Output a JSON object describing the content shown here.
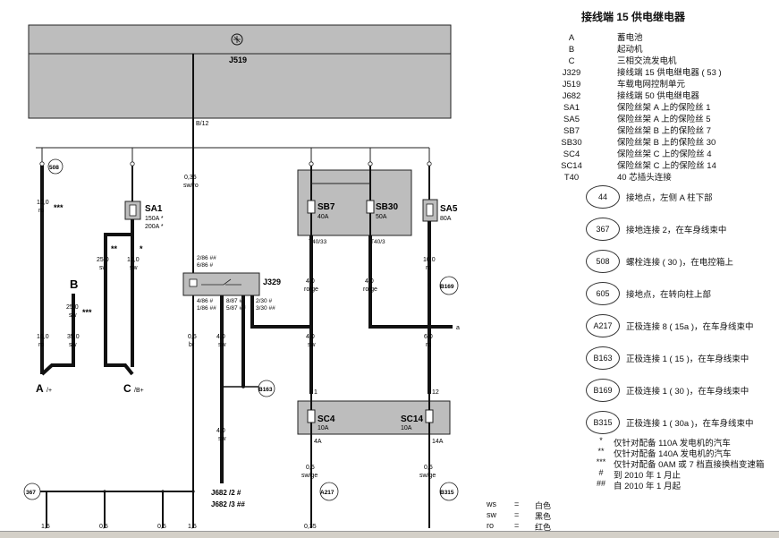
{
  "diagram": {
    "j519_label": "J519",
    "j519_icon": "eye-icon",
    "j329_label": "J329",
    "sa1": {
      "label": "SA1",
      "rating1": "150A *",
      "rating2": "200A *"
    },
    "sa5": {
      "label": "SA5",
      "rating": "80A"
    },
    "sb7": {
      "label": "SB7",
      "rating": "40A"
    },
    "sb30": {
      "label": "SB30",
      "rating": "50A"
    },
    "sc4": {
      "label": "SC4",
      "rating": "10A"
    },
    "sc14": {
      "label": "SC14",
      "rating": "10A"
    },
    "terminals": {
      "a": "A",
      "a_sub": "/+",
      "b": "B",
      "c": "C",
      "c_sub": "/B+"
    },
    "pin_labels": {
      "j519_out": "B/12",
      "t40_33": "T40/33",
      "t40_3": "T40/3",
      "j329_in": "2/86 ##\n6/86 #",
      "j329_left_out": "4/86 #\n1/86 ##",
      "j329_mid_out": "8/87 #\n5/87 ##",
      "j329_right_out": "2/30 #\n3/30 ##",
      "sc4_in": "1",
      "sc14_in": "12",
      "sc4_out": "4A",
      "sc14_out": "14A",
      "j682_2": "J682 /2 #",
      "j682_3": "J682 /3 ##",
      "right_arrow": "a"
    },
    "wires": [
      {
        "size": "10,0",
        "color": "ro",
        "mark": "***"
      },
      {
        "size": "16,0",
        "color": "ro"
      },
      {
        "size": "25,0",
        "color": "sw",
        "mark": "**"
      },
      {
        "size": "16,0",
        "color": "sw",
        "mark": "*"
      },
      {
        "size": "25,0",
        "color": "sw",
        "mark": "***"
      },
      {
        "size": "35,0",
        "color": "sw"
      },
      {
        "size": "0,35",
        "color": "sw/ro"
      },
      {
        "size": "0,5",
        "color": "br"
      },
      {
        "size": "4,0",
        "color": "sw"
      },
      {
        "size": "4,0",
        "color": "sw"
      },
      {
        "size": "4,0",
        "color": "ro/ge"
      },
      {
        "size": "4,0",
        "color": "ro/ge"
      },
      {
        "size": "4,0",
        "color": "sw"
      },
      {
        "size": "10,0",
        "color": "ro"
      },
      {
        "size": "6,0",
        "color": "ro"
      },
      {
        "size": "0,5",
        "color": "sw/ge"
      },
      {
        "size": "0,5",
        "color": "sw/ge"
      }
    ],
    "connectors": [
      "508",
      "B169",
      "B163",
      "A217",
      "B315",
      "367"
    ],
    "bottom_sizes": [
      "1,5",
      "0,5",
      "0,5",
      "1,5",
      "0,35"
    ]
  },
  "legend": {
    "title": "接线端 15 供电继电器",
    "items": [
      {
        "code": "A",
        "desc": "蓄电池"
      },
      {
        "code": "B",
        "desc": "起动机"
      },
      {
        "code": "C",
        "desc": "三相交流发电机"
      },
      {
        "code": "J329",
        "desc": "接线端 15 供电继电器 ( 53 )"
      },
      {
        "code": "J519",
        "desc": "车载电网控制单元"
      },
      {
        "code": "J682",
        "desc": "接线端 50 供电继电器"
      },
      {
        "code": "SA1",
        "desc": "保险丝架 A 上的保险丝 1"
      },
      {
        "code": "SA5",
        "desc": "保险丝架 A 上的保险丝 5"
      },
      {
        "code": "SB7",
        "desc": "保险丝架 B 上的保险丝 7"
      },
      {
        "code": "SB30",
        "desc": "保险丝架 B 上的保险丝 30"
      },
      {
        "code": "SC4",
        "desc": "保险丝架 C 上的保险丝 4"
      },
      {
        "code": "SC14",
        "desc": "保险丝架 C 上的保险丝 14"
      },
      {
        "code": "T40",
        "desc": "40 芯插头连接"
      }
    ],
    "circles": [
      {
        "code": "44",
        "desc": "接地点，左侧 A 柱下部"
      },
      {
        "code": "367",
        "desc": "接地连接 2，在车身线束中"
      },
      {
        "code": "508",
        "desc": "螺栓连接 ( 30 )，在电控箱上"
      },
      {
        "code": "605",
        "desc": "接地点，在转向柱上部"
      },
      {
        "code": "A217",
        "desc": "正极连接 8 ( 15a )，在车身线束中"
      },
      {
        "code": "B163",
        "desc": "正极连接 1 ( 15 )，在车身线束中"
      },
      {
        "code": "B169",
        "desc": "正极连接 1 ( 30 )，在车身线束中"
      },
      {
        "code": "B315",
        "desc": "正极连接 1 ( 30a )，在车身线束中"
      }
    ],
    "marks": [
      {
        "mark": "*",
        "desc": "仅针对配备 110A 发电机的汽车"
      },
      {
        "mark": "**",
        "desc": "仅针对配备 140A 发电机的汽车"
      },
      {
        "mark": "***",
        "desc": "仅针对配备 0AM 或 7 档直接换档变速箱"
      },
      {
        "mark": "#",
        "desc": "到 2010 年 1 月止"
      },
      {
        "mark": "##",
        "desc": "自 2010 年 1 月起"
      }
    ],
    "color_codes": [
      {
        "code": "ws",
        "eq": "=",
        "name": "白色"
      },
      {
        "code": "sw",
        "eq": "=",
        "name": "黑色"
      },
      {
        "code": "ro",
        "eq": "=",
        "name": "红色"
      }
    ]
  }
}
